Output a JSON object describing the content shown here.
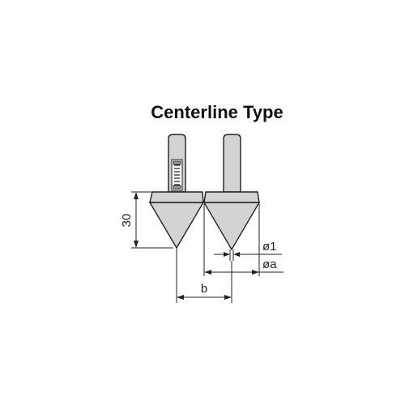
{
  "title": "Centerline Type",
  "dimensions": {
    "height": "30",
    "tip_diameter": "ø1",
    "diameter": "øa",
    "spacing": "b"
  },
  "colors": {
    "fill": "#d3d3d3",
    "stroke": "#222222",
    "background": "#ffffff"
  }
}
